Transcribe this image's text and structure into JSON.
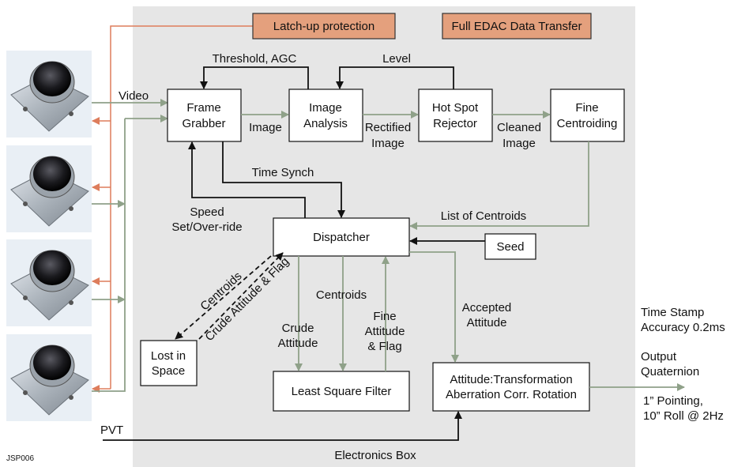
{
  "diagram": {
    "region_label": "Electronics Box",
    "id_label": "JSP006",
    "tags": {
      "latchup": "Latch-up protection",
      "edac": "Full EDAC Data Transfer"
    },
    "boxes": {
      "frame_grabber": [
        "Frame",
        "Grabber"
      ],
      "image_analysis": [
        "Image",
        "Analysis"
      ],
      "hot_spot": [
        "Hot Spot",
        "Rejector"
      ],
      "fine_centroiding": [
        "Fine",
        "Centroiding"
      ],
      "dispatcher": "Dispatcher",
      "seed": "Seed",
      "lost_in_space": [
        "Lost in",
        "Space"
      ],
      "lsf": "Least Square Filter",
      "attitude": [
        "Attitude:Transformation",
        "Aberration Corr. Rotation"
      ]
    },
    "labels": {
      "video": "Video",
      "threshold": "Threshold, AGC",
      "level": "Level",
      "image": "Image",
      "rectified": [
        "Rectified",
        "Image"
      ],
      "cleaned": [
        "Cleaned",
        "Image"
      ],
      "time_synch": "Time Synch",
      "speed": [
        "Speed",
        "Set/Over-ride"
      ],
      "list_of_centroids": "List of Centroids",
      "centroids_diag": "Centroids",
      "crude_flag_diag": "Crude Attitude & Flag",
      "crude_attitude": [
        "Crude",
        "Attitude"
      ],
      "centroids_mid": "Centroids",
      "fine_flag": [
        "Fine",
        "Attitude",
        "& Flag"
      ],
      "accepted": [
        "Accepted",
        "Attitude"
      ],
      "time_stamp": [
        "Time Stamp",
        "Accuracy 0.2ms"
      ],
      "output": [
        "Output",
        "Quaternion"
      ],
      "pointing": [
        "1” Pointing,",
        "10” Roll @ 2Hz"
      ],
      "pvt": "PVT"
    }
  },
  "colors": {
    "box_bg": "#e6e6e6",
    "tag_fill": "#e4a07d",
    "green_line": "#8fa189",
    "orange_line": "#dd7d5c"
  }
}
